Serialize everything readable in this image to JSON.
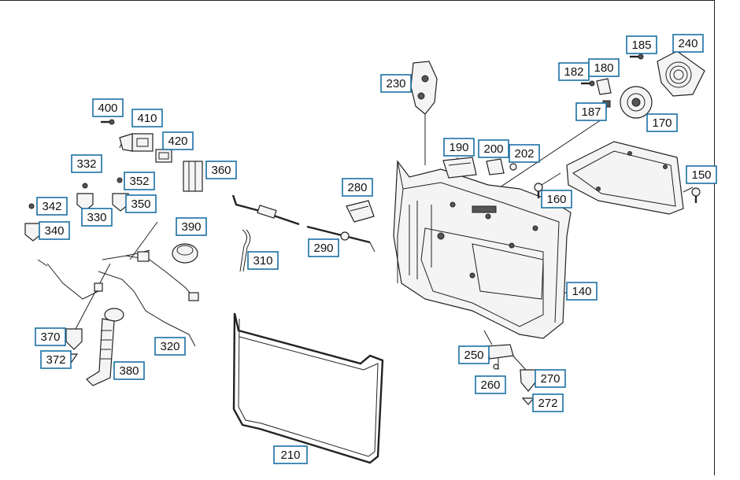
{
  "callouts": [
    {
      "id": "c400",
      "label": "400"
    },
    {
      "id": "c410",
      "label": "410"
    },
    {
      "id": "c420",
      "label": "420"
    },
    {
      "id": "c332",
      "label": "332"
    },
    {
      "id": "c352",
      "label": "352"
    },
    {
      "id": "c342",
      "label": "342"
    },
    {
      "id": "c330",
      "label": "330"
    },
    {
      "id": "c350",
      "label": "350"
    },
    {
      "id": "c340",
      "label": "340"
    },
    {
      "id": "c360",
      "label": "360"
    },
    {
      "id": "c390",
      "label": "390"
    },
    {
      "id": "c310",
      "label": "310"
    },
    {
      "id": "c370",
      "label": "370"
    },
    {
      "id": "c372",
      "label": "372"
    },
    {
      "id": "c380",
      "label": "380"
    },
    {
      "id": "c320",
      "label": "320"
    },
    {
      "id": "c280",
      "label": "280"
    },
    {
      "id": "c290",
      "label": "290"
    },
    {
      "id": "c230",
      "label": "230"
    },
    {
      "id": "c190",
      "label": "190"
    },
    {
      "id": "c200",
      "label": "200"
    },
    {
      "id": "c202",
      "label": "202"
    },
    {
      "id": "c185",
      "label": "185"
    },
    {
      "id": "c240",
      "label": "240"
    },
    {
      "id": "c182",
      "label": "182"
    },
    {
      "id": "c180",
      "label": "180"
    },
    {
      "id": "c187",
      "label": "187"
    },
    {
      "id": "c170",
      "label": "170"
    },
    {
      "id": "c150",
      "label": "150"
    },
    {
      "id": "c160",
      "label": "160"
    },
    {
      "id": "c140",
      "label": "140"
    },
    {
      "id": "c250",
      "label": "250"
    },
    {
      "id": "c260",
      "label": "260"
    },
    {
      "id": "c270",
      "label": "270"
    },
    {
      "id": "c272",
      "label": "272"
    },
    {
      "id": "c210",
      "label": "210"
    }
  ]
}
